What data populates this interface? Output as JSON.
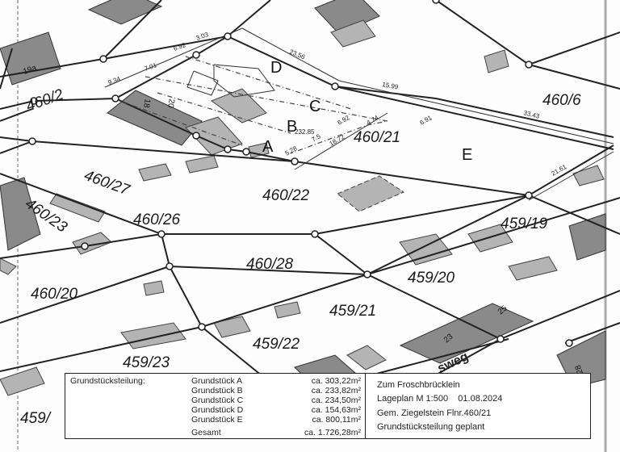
{
  "map": {
    "parcels": [
      "460/2",
      "19a",
      "460/6",
      "460/21",
      "460/22",
      "460/26",
      "460/27",
      "460/23",
      "460/28",
      "460/20",
      "459/19",
      "459/20",
      "459/21",
      "459/22",
      "459/23",
      "459/"
    ],
    "plot_letters": [
      "A",
      "B",
      "C",
      "D",
      "E"
    ],
    "dimensions": [
      "9.34",
      "7.01",
      "6.92",
      "3.03",
      "23.56",
      "15.99",
      "33.43",
      "6.92",
      "4.74",
      "6.91",
      "232.85",
      "7.5",
      "5.28",
      "18.72",
      "21.61"
    ],
    "house_numbers": [
      "18",
      "20",
      "23",
      "25",
      "28"
    ],
    "street_fragment": "sweg",
    "colors": {
      "building_dark": "#8a8a8a",
      "building_light": "#b4b4b4",
      "lines": "#222222"
    }
  },
  "legend": {
    "heading": "Grundstücksteilung:",
    "rows": [
      {
        "name": "Grundstück A",
        "area": "ca. 303,22m²"
      },
      {
        "name": "Grundstück B",
        "area": "ca. 233,82m²"
      },
      {
        "name": "Grundstück C",
        "area": "ca. 234,50m²"
      },
      {
        "name": "Grundstück D",
        "area": "ca. 154,63m²"
      },
      {
        "name": "Grundstück E",
        "area": "ca. 800,11m²"
      },
      {
        "name": "Gesamt",
        "area": "ca. 1.726,28m²"
      }
    ],
    "info": [
      "Zum Froschbrücklein",
      "Lageplan M 1:500    01.08.2024",
      "Gem. Ziegelstein Flnr.460/21",
      "Grundstücksteilung geplant"
    ]
  }
}
